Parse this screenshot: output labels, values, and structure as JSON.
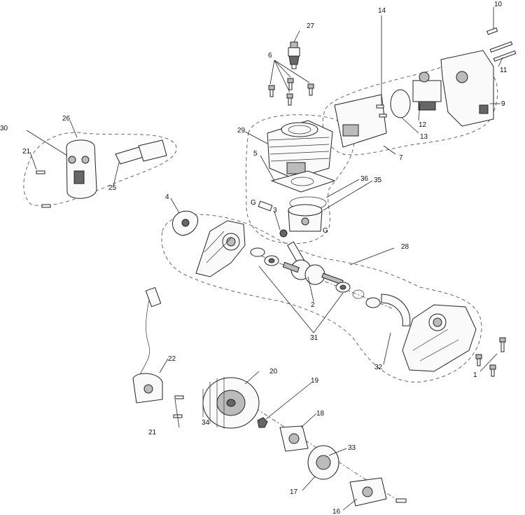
{
  "labels": {
    "l1": "1",
    "l2": "2",
    "l3": "3",
    "l4": "4",
    "l5": "5",
    "l6": "6",
    "l7": "7",
    "l9": "9",
    "l10": "10",
    "l11": "11",
    "l12": "12",
    "l13": "13",
    "l14": "14",
    "l16": "16",
    "l17": "17",
    "l18": "18",
    "l19": "19",
    "l20": "20",
    "l21a": "21",
    "l21b": "21",
    "l22": "22",
    "l25": "25",
    "l26": "26",
    "l27": "27",
    "l28": "28",
    "l29": "29",
    "l30": "30",
    "l31": "31",
    "l32": "32",
    "l33": "33",
    "l34": "34",
    "l35": "35",
    "l36": "36",
    "g1": "G",
    "g2": "G"
  }
}
